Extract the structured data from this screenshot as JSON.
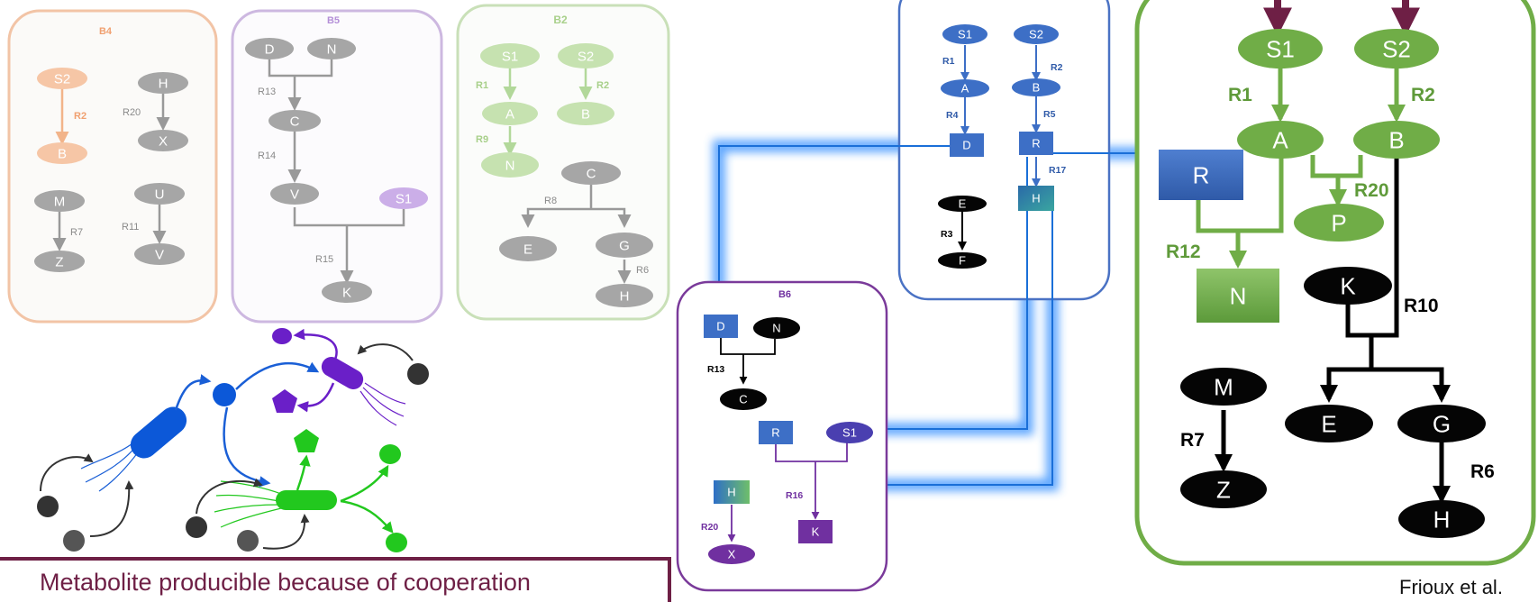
{
  "faded_boxes": [
    {
      "title": "B4",
      "color": "#f2c4a6",
      "title_color": "#f0a070",
      "nodes": [
        {
          "label": "S2",
          "fill": "#f6c6a6"
        },
        {
          "label": "B",
          "fill": "#f6c6a6"
        },
        {
          "label": "H",
          "fill": "#a6a6a6"
        },
        {
          "label": "X",
          "fill": "#a6a6a6"
        },
        {
          "label": "M",
          "fill": "#a6a6a6"
        },
        {
          "label": "Z",
          "fill": "#a6a6a6"
        },
        {
          "label": "U",
          "fill": "#a6a6a6"
        },
        {
          "label": "V",
          "fill": "#a6a6a6"
        }
      ],
      "reactions": [
        {
          "label": "R2",
          "color": "#f0a070"
        },
        {
          "label": "R20",
          "color": "#8a8a8a"
        },
        {
          "label": "R7",
          "color": "#8a8a8a"
        },
        {
          "label": "R11",
          "color": "#8a8a8a"
        }
      ]
    },
    {
      "title": "B5",
      "color": "#cdb8e0",
      "title_color": "#b48fd8",
      "nodes": [
        {
          "label": "D",
          "fill": "#a6a6a6"
        },
        {
          "label": "N",
          "fill": "#a6a6a6"
        },
        {
          "label": "C",
          "fill": "#a6a6a6"
        },
        {
          "label": "V",
          "fill": "#a6a6a6"
        },
        {
          "label": "S1",
          "fill": "#cbaee8"
        },
        {
          "label": "K",
          "fill": "#a6a6a6"
        }
      ],
      "reactions": [
        {
          "label": "R13",
          "color": "#8a8a8a"
        },
        {
          "label": "R14",
          "color": "#8a8a8a"
        },
        {
          "label": "R15",
          "color": "#8a8a8a"
        }
      ]
    },
    {
      "title": "B2",
      "color": "#c9e0b8",
      "title_color": "#a8d08a",
      "nodes": [
        {
          "label": "S1",
          "fill": "#c6e2b0"
        },
        {
          "label": "S2",
          "fill": "#c6e2b0"
        },
        {
          "label": "A",
          "fill": "#c6e2b0"
        },
        {
          "label": "B",
          "fill": "#c6e2b0"
        },
        {
          "label": "N",
          "fill": "#c6e2b0"
        },
        {
          "label": "C",
          "fill": "#a6a6a6"
        },
        {
          "label": "E",
          "fill": "#a6a6a6"
        },
        {
          "label": "G",
          "fill": "#a6a6a6"
        },
        {
          "label": "H",
          "fill": "#a6a6a6"
        }
      ],
      "reactions": [
        {
          "label": "R1",
          "color": "#a8d08a"
        },
        {
          "label": "R2",
          "color": "#a8d08a"
        },
        {
          "label": "R9",
          "color": "#a8d08a"
        },
        {
          "label": "R8",
          "color": "#8a8a8a"
        },
        {
          "label": "R6",
          "color": "#8a8a8a"
        }
      ]
    }
  ],
  "b_box": {
    "color": "#4a72c4",
    "nodes": [
      "S1",
      "S2",
      "A",
      "B",
      "D",
      "R",
      "H",
      "E",
      "F"
    ],
    "reactions": [
      "R1",
      "R2",
      "R4",
      "R5",
      "R17",
      "R3"
    ]
  },
  "b6_box": {
    "title": "B6",
    "color": "#7a3a9a",
    "nodes": [
      "D",
      "N",
      "C",
      "R",
      "S1",
      "H",
      "K",
      "X"
    ],
    "reactions": [
      "R13",
      "R16",
      "R20"
    ]
  },
  "green_box": {
    "color": "#70ad47",
    "nodes": [
      "S1",
      "S2",
      "A",
      "B",
      "R",
      "P",
      "N",
      "K",
      "M",
      "E",
      "G",
      "Z",
      "H"
    ],
    "reactions": [
      "R1",
      "R2",
      "R20",
      "R12",
      "R10",
      "R7",
      "R6"
    ]
  },
  "colors": {
    "blue_node": "#3d6fc6",
    "green_node": "#70ad47",
    "black_node": "#050505",
    "purple_node": "#7030a0",
    "maroon": "#6e1f45",
    "glow": "#2e8cff"
  },
  "caption": "Metabolite producible because of cooperation",
  "citation": "Frioux et al."
}
